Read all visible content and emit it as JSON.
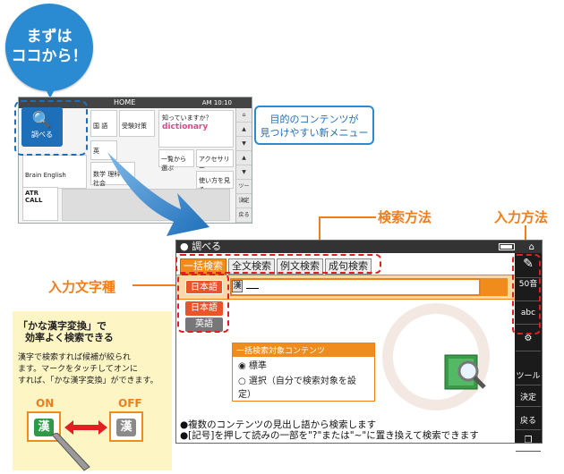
{
  "bubble": {
    "line1": "まずは",
    "line2": "ココから！"
  },
  "home_screen": {
    "title": "HOME",
    "time": "AM 10:10",
    "selected_tile": "調べる",
    "tiles": [
      "国 語",
      "受験対策",
      "知っていますか？",
      "英",
      "Brain English",
      "数学 理科・社会",
      "一覧から選ぶ",
      "アクセサリー",
      "ATR CALL",
      "使い方を見る"
    ],
    "dictionary_badge": "dictionary",
    "side": [
      "ツール",
      "決定",
      "戻る"
    ]
  },
  "callout": {
    "line1": "目的のコンテンツが",
    "line2": "見つけやすい新メニュー"
  },
  "annotations": {
    "search_method": "検索方法",
    "input_method": "入力方法",
    "input_charset": "入力文字種"
  },
  "device": {
    "title": "調べる",
    "tabs": [
      "一括検索",
      "全文検索",
      "例文検索",
      "成句検索"
    ],
    "lang_selected": "日本語",
    "lang_options": [
      "日本語",
      "英語"
    ],
    "kanji_toggle": "漢",
    "panel_title": "一括検索対象コンテンツ",
    "panel_options": [
      "標準",
      "選択（自分で検索対象を設定）"
    ],
    "side_buttons": [
      "50音",
      "abc",
      "ツール",
      "決定",
      "戻る"
    ],
    "bottom_lines": [
      "●複数のコンテンツの見出し語から検索します",
      "●[記号]を押して読みの一部を\"?\"または\"~\"に置き換えて検索できます"
    ]
  },
  "tip": {
    "title1": "「かな漢字変換」で",
    "title2": "効率よく検索できる",
    "body": [
      "漢字で検索すれば候補が絞られ",
      "ます。マークをタッチしてオンに",
      "すれば、「かな漢字変換」ができます。"
    ],
    "on": "ON",
    "off": "OFF",
    "kanji": "漢"
  },
  "colors": {
    "accent": "#ef7d1a",
    "blue": "#2a8bd2",
    "red_dash": "#e02020",
    "green": "#2e9a45"
  }
}
